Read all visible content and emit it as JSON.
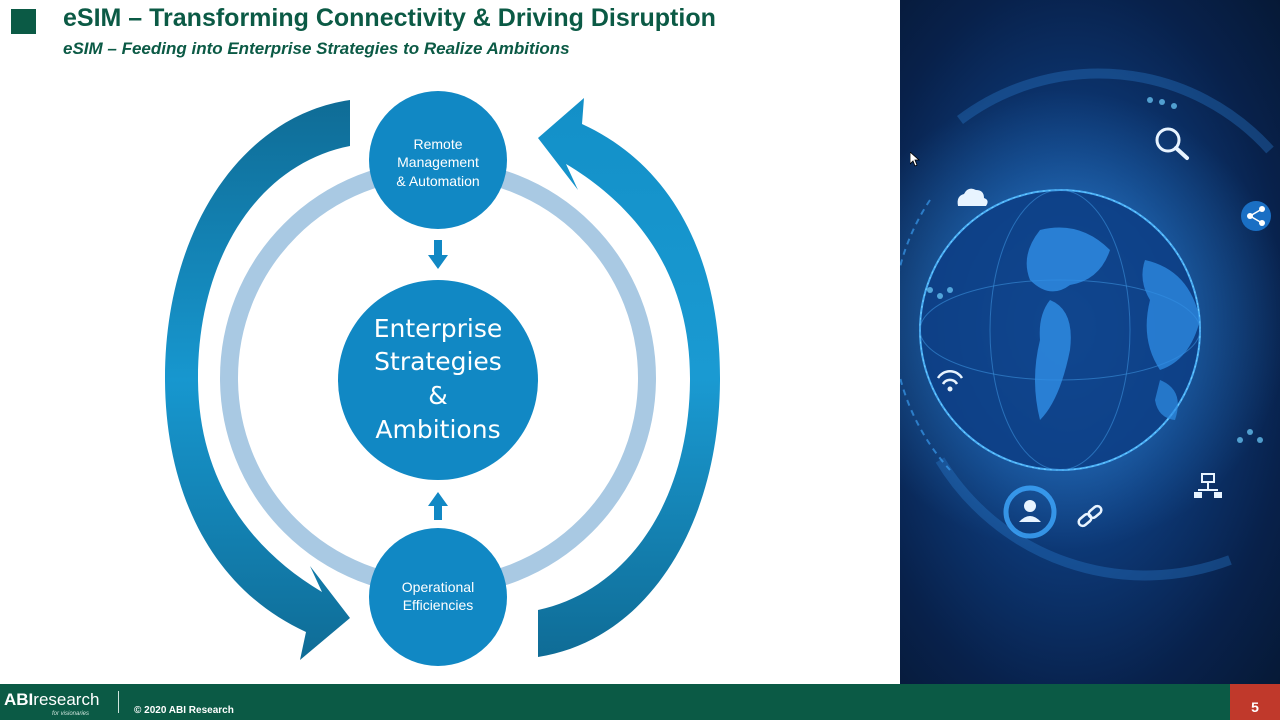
{
  "slide": {
    "title": "eSIM – Transforming Connectivity & Driving Disruption",
    "subtitle": "eSIM – Feeding into Enterprise Strategies to Realize Ambitions"
  },
  "diagram": {
    "top_node": {
      "lines": [
        "Remote",
        "Management",
        "& Automation"
      ]
    },
    "center_node": {
      "lines": [
        "Enterprise",
        "Strategies",
        "&",
        "Ambitions"
      ]
    },
    "bottom_node": {
      "lines": [
        "Operational",
        "Efficiencies"
      ]
    }
  },
  "footer": {
    "logo_bold": "ABI",
    "logo_rest": "research",
    "logo_tagline": "for visionaries",
    "copyright": "© 2020 ABI Research",
    "page_number": "5"
  },
  "colors": {
    "brand_green": "#0b5a45",
    "diagram_blue": "#1188c4",
    "ring_light_blue": "#a9c9e3",
    "accent_red": "#c0392b"
  },
  "icons": [
    "search-icon",
    "cloud-icon",
    "share-icon",
    "wifi-icon",
    "user-icon",
    "link-icon",
    "network-icon",
    "globe-icon",
    "cursor-icon"
  ]
}
